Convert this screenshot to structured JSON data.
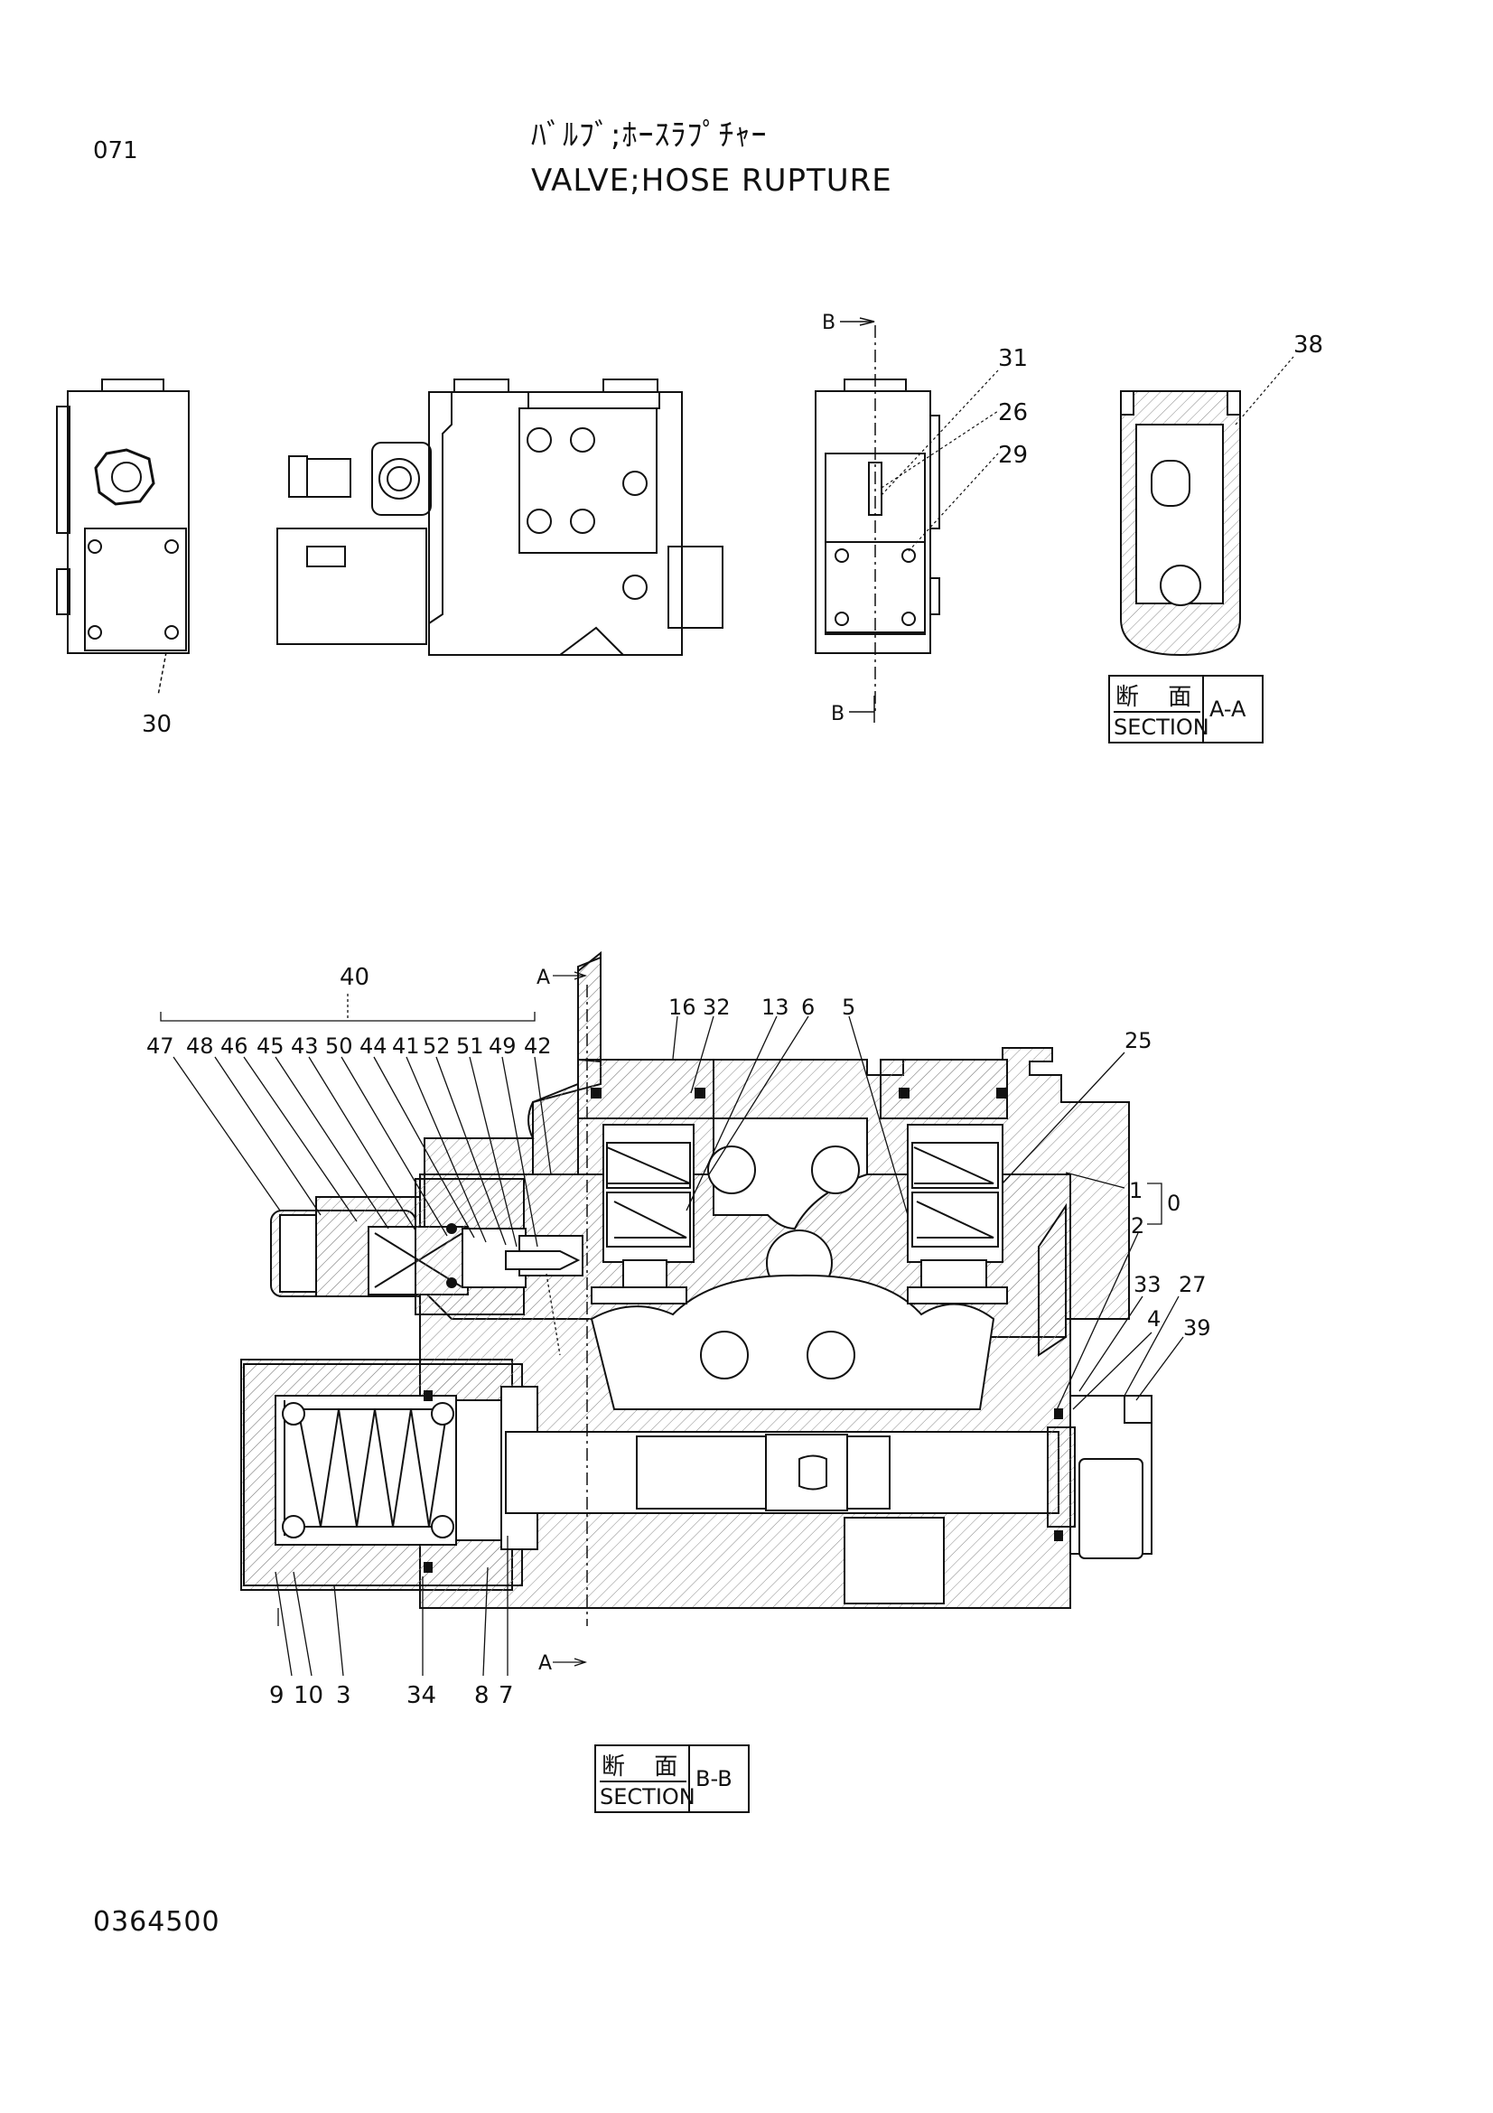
{
  "header": {
    "page_number": "071",
    "title_jp": "ﾊﾞﾙﾌﾞ;ﾎｰｽﾗﾌﾟﾁｬｰ",
    "title_en": "VALVE;HOSE RUPTURE"
  },
  "section_labels": {
    "aa": {
      "jp": "断 面",
      "en": "SECTION",
      "ref": "A-A"
    },
    "bb": {
      "jp": "断 面",
      "en": "SECTION",
      "ref": "B-B"
    }
  },
  "cut_markers": {
    "b_top": "B",
    "b_bottom": "B",
    "a_top": "A",
    "a_bottom": "A"
  },
  "callouts_top": [
    "31",
    "26",
    "29",
    "38",
    "30"
  ],
  "callouts_section": {
    "group": "40",
    "row1": [
      "47",
      "48",
      "46",
      "45",
      "43",
      "50",
      "44",
      "41",
      "52",
      "51",
      "49",
      "42"
    ],
    "upper": [
      "16",
      "32",
      "13",
      "6",
      "5",
      "25"
    ],
    "right": [
      "1",
      "0",
      "2",
      "33",
      "27",
      "4",
      "39"
    ],
    "bottom": [
      "9",
      "10",
      "3",
      "34",
      "8",
      "7"
    ]
  },
  "footer": {
    "doc_code": "0364500"
  },
  "colors": {
    "ink": "#111111",
    "hatch": "#7a7a7a",
    "paper": "#ffffff"
  }
}
